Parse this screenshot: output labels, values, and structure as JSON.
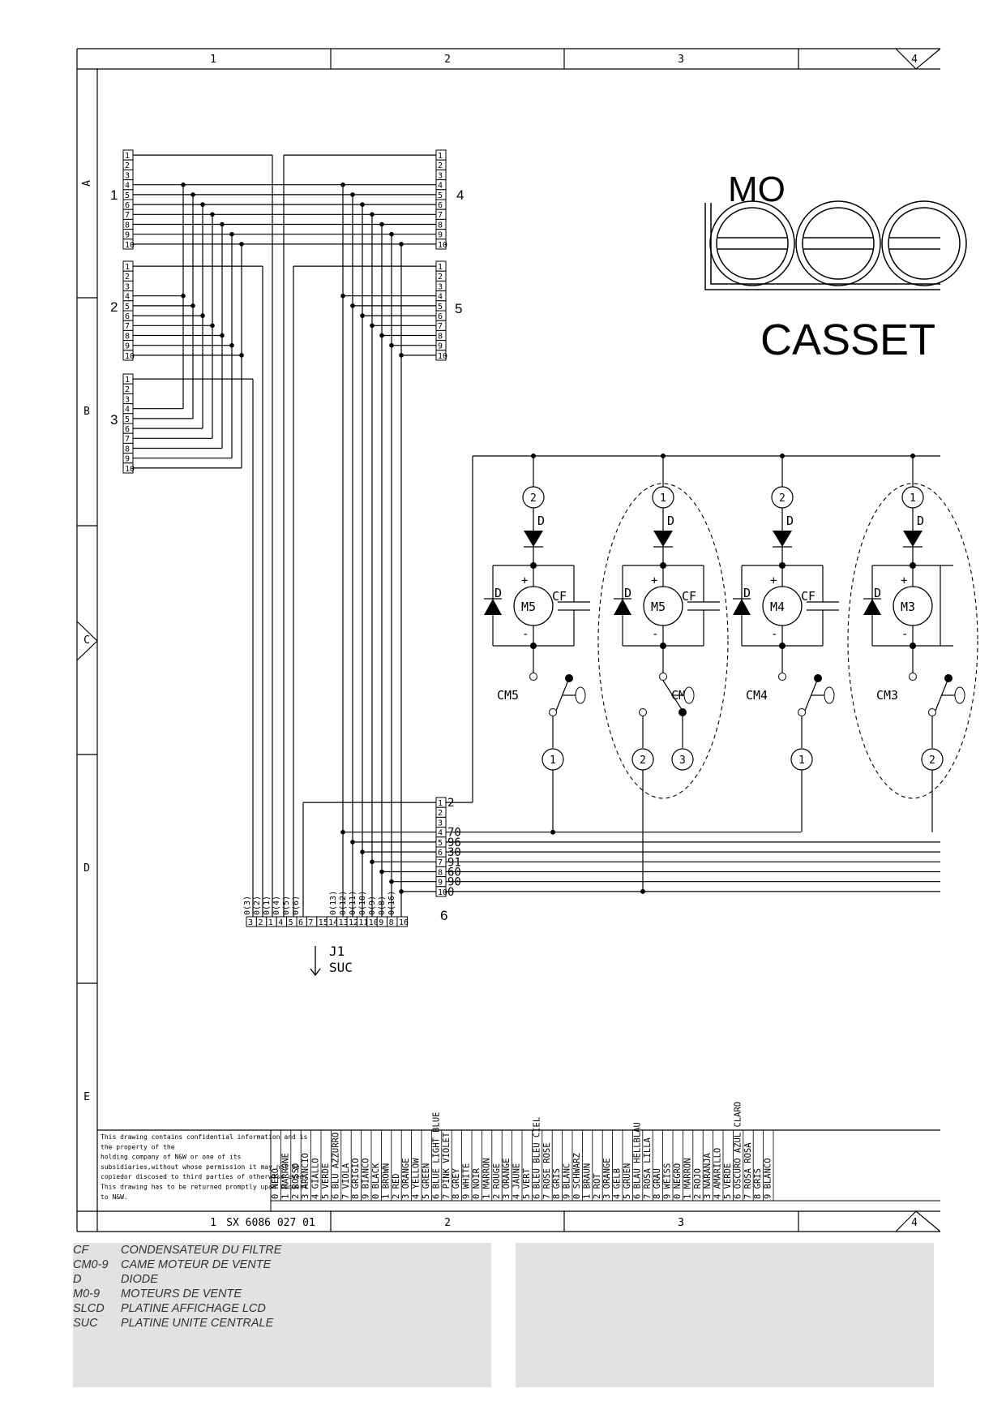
{
  "frame": {
    "columns": [
      "1",
      "2",
      "3",
      "4"
    ],
    "rows": [
      "A",
      "B",
      "C",
      "D",
      "E"
    ]
  },
  "title": {
    "mo_text": "MO",
    "casset_text": "CASSET"
  },
  "connectors": {
    "pins": [
      "1",
      "2",
      "3",
      "4",
      "5",
      "6",
      "7",
      "8",
      "9",
      "10"
    ],
    "c1": "1",
    "c2": "2",
    "c3": "3",
    "c4": "4",
    "c5": "5",
    "c6": "6"
  },
  "j1": {
    "name": "J1",
    "board": "SUC",
    "wire_labels": [
      "0(3)",
      "0(2)",
      "0(1)",
      "0(4)",
      "0(5)",
      "0(6)",
      "0(13)",
      "0(12)",
      "0(11)",
      "0(10)",
      "0(9)",
      "0(8)",
      "0(16)"
    ],
    "pin_numbers": [
      "3",
      "2",
      "1",
      "4",
      "5",
      "6",
      "7",
      "15",
      "14",
      "13",
      "12",
      "11",
      "10",
      "9",
      "8",
      "16"
    ]
  },
  "connector6_wire_labels": [
    "2",
    "",
    "70",
    "96",
    "30",
    "91",
    "60",
    "90",
    "0"
  ],
  "motors": [
    {
      "motor": "M5",
      "cam": "CM5",
      "node_top": "2",
      "node_bottom": [
        "1"
      ],
      "diode": "D",
      "cap": "CF"
    },
    {
      "motor": "M5",
      "cam": "CM5",
      "node_top": "1",
      "node_bottom": [
        "2",
        "3"
      ],
      "diode": "D",
      "cap": "CF"
    },
    {
      "motor": "M4",
      "cam": "CM4",
      "node_top": "2",
      "node_bottom": [
        "1"
      ],
      "diode": "D",
      "cap": "CF"
    },
    {
      "motor": "M3",
      "cam": "CM3",
      "node_top": "1",
      "node_bottom": [
        "2"
      ],
      "diode": "D",
      "cap": ""
    }
  ],
  "polarity": {
    "plus": "+",
    "minus": "-"
  },
  "confidential_note": [
    "This drawing contains confidential information and is",
    "the property of the",
    "holding company of N&W or one of its",
    "subsidiaries,without whose permission it may not be",
    "copiedor discosed to third parties of otherwise used.",
    "This drawing has to be returned promptly upon request",
    "to N&W."
  ],
  "color_table": [
    "0 NERO",
    "1 MARRONE",
    "2 ROSSO",
    "3 ARANCIO",
    "4 GIALLO",
    "5 VERDE",
    "6 BLU AZZURRO",
    "7 VIOLA",
    "8 GRIGIO",
    "9 BIANCO",
    "0 BLACK",
    "1 BROWN",
    "2 RED",
    "3 ORANGE",
    "4 YELLOW",
    "5 GREEN",
    "6 BLUE LIGHT BLUE",
    "7 PINK VIOLET",
    "8 GREY",
    "9 WHITE",
    "0 NOIR",
    "1 MARRON",
    "2 ROUGE",
    "3 ORANGE",
    "4 JAUNE",
    "5 VERT",
    "6 BLEU BLEU CIEL",
    "7 ROSE ROSE",
    "8 GRIS",
    "9 BLANC",
    "0 SCHWARZ",
    "1 BRAUN",
    "2 ROT",
    "3 ORANGE",
    "4 GELB",
    "5 GRUEN",
    "6 BLAU HELLBLAU",
    "7 ROSA LILLA",
    "8 GRAU",
    "9 WEISS",
    "0 NEGRO",
    "1 MARRON",
    "2 ROJO",
    "3 NARANJA",
    "4 AMARILLO",
    "5 VERDE",
    "6 OSCURO AZUL CLARO",
    "7 ROSA ROSA",
    "8 GRIS",
    "9 BLANCO"
  ],
  "drawing_number": "SX 6086 027 01",
  "bottom_columns": [
    "1",
    "2",
    "3",
    "4"
  ],
  "legend": [
    {
      "code": "CF",
      "text": "CONDENSATEUR DU FILTRE"
    },
    {
      "code": "CM0-9",
      "text": "CAME MOTEUR DE VENTE"
    },
    {
      "code": "D",
      "text": "DIODE"
    },
    {
      "code": "M0-9",
      "text": "MOTEURS DE VENTE"
    },
    {
      "code": "SLCD",
      "text": "PLATINE AFFICHAGE LCD"
    },
    {
      "code": "SUC",
      "text": "PLATINE UNITE CENTRALE"
    }
  ]
}
